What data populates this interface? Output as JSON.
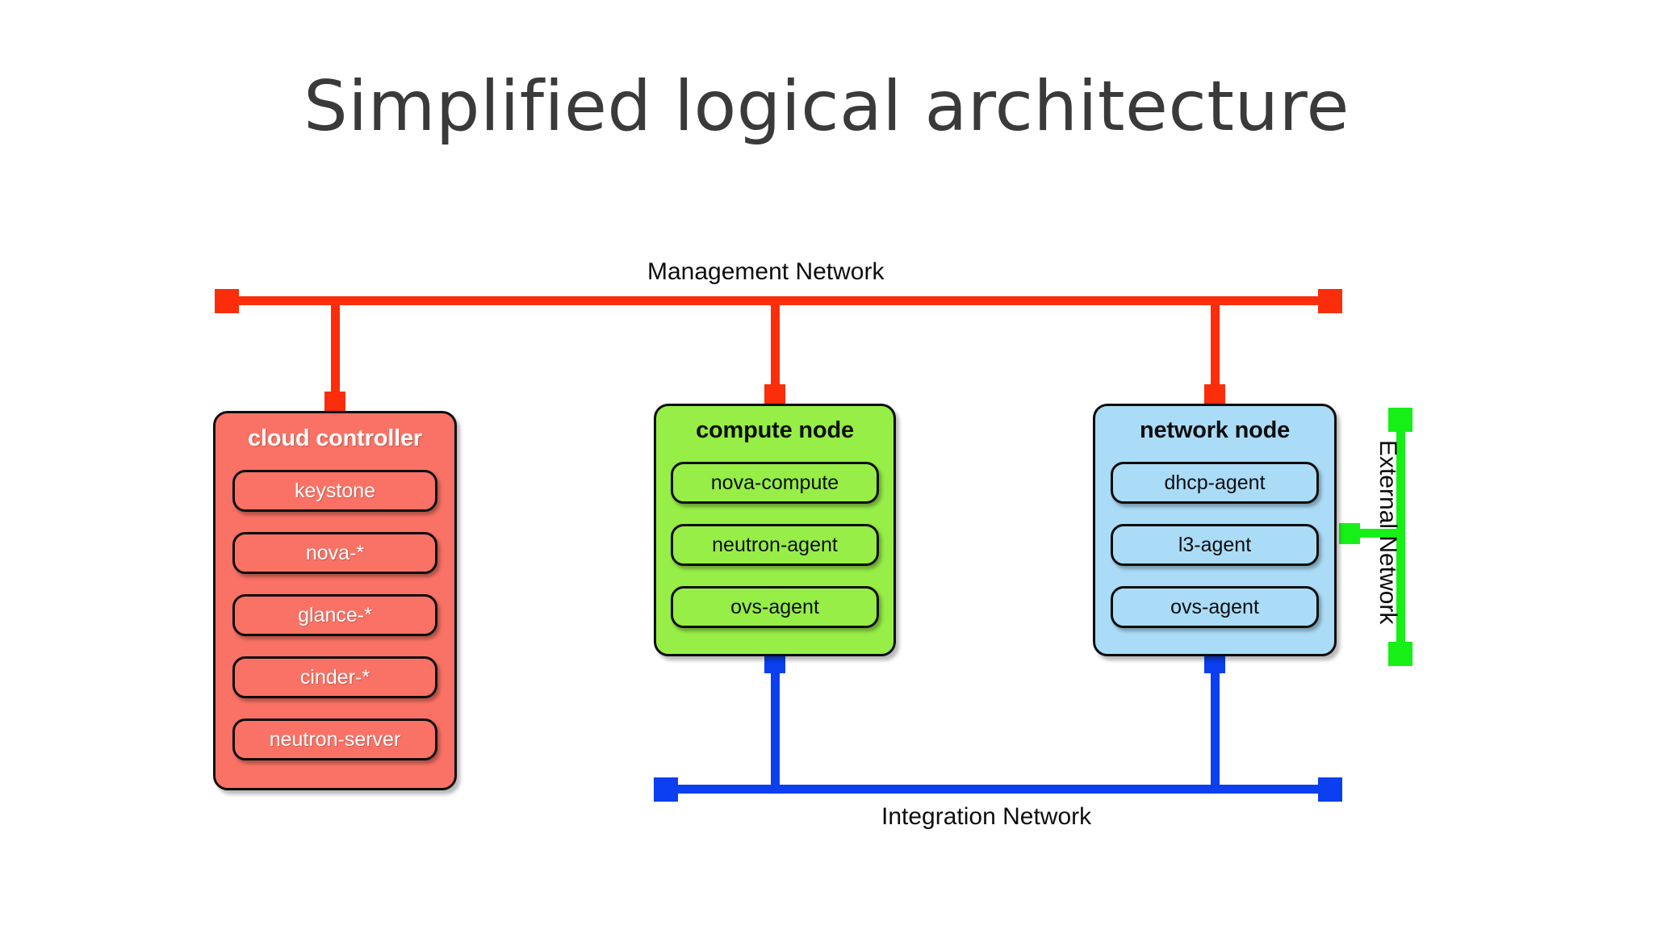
{
  "slide": {
    "title": "Simplified logical architecture",
    "background": "#ffffff"
  },
  "networks": [
    {
      "id": "management",
      "label": "Management Network",
      "color": "#fb2d0a",
      "orientation": "horizontal",
      "connects": [
        "cloud controller",
        "compute node",
        "network node"
      ]
    },
    {
      "id": "integration",
      "label": "Integration Network",
      "color": "#0b3fef",
      "orientation": "horizontal",
      "connects": [
        "compute node",
        "network node"
      ]
    },
    {
      "id": "external",
      "label": "External Network",
      "color": "#17f017",
      "orientation": "vertical",
      "connects": [
        "network node"
      ]
    }
  ],
  "nodes": [
    {
      "id": "cloud-controller",
      "title": "cloud controller",
      "color": "#fa7265",
      "text_color": "#ffffff",
      "services": [
        "keystone",
        "nova-*",
        "glance-*",
        "cinder-*",
        "neutron-server"
      ]
    },
    {
      "id": "compute-node",
      "title": "compute node",
      "color": "#96ee46",
      "text_color": "#0d0d0d",
      "services": [
        "nova-compute",
        "neutron-agent",
        "ovs-agent"
      ]
    },
    {
      "id": "network-node",
      "title": "network node",
      "color": "#aadcf7",
      "text_color": "#0d0d0d",
      "services": [
        "dhcp-agent",
        "l3-agent",
        "ovs-agent"
      ]
    }
  ]
}
